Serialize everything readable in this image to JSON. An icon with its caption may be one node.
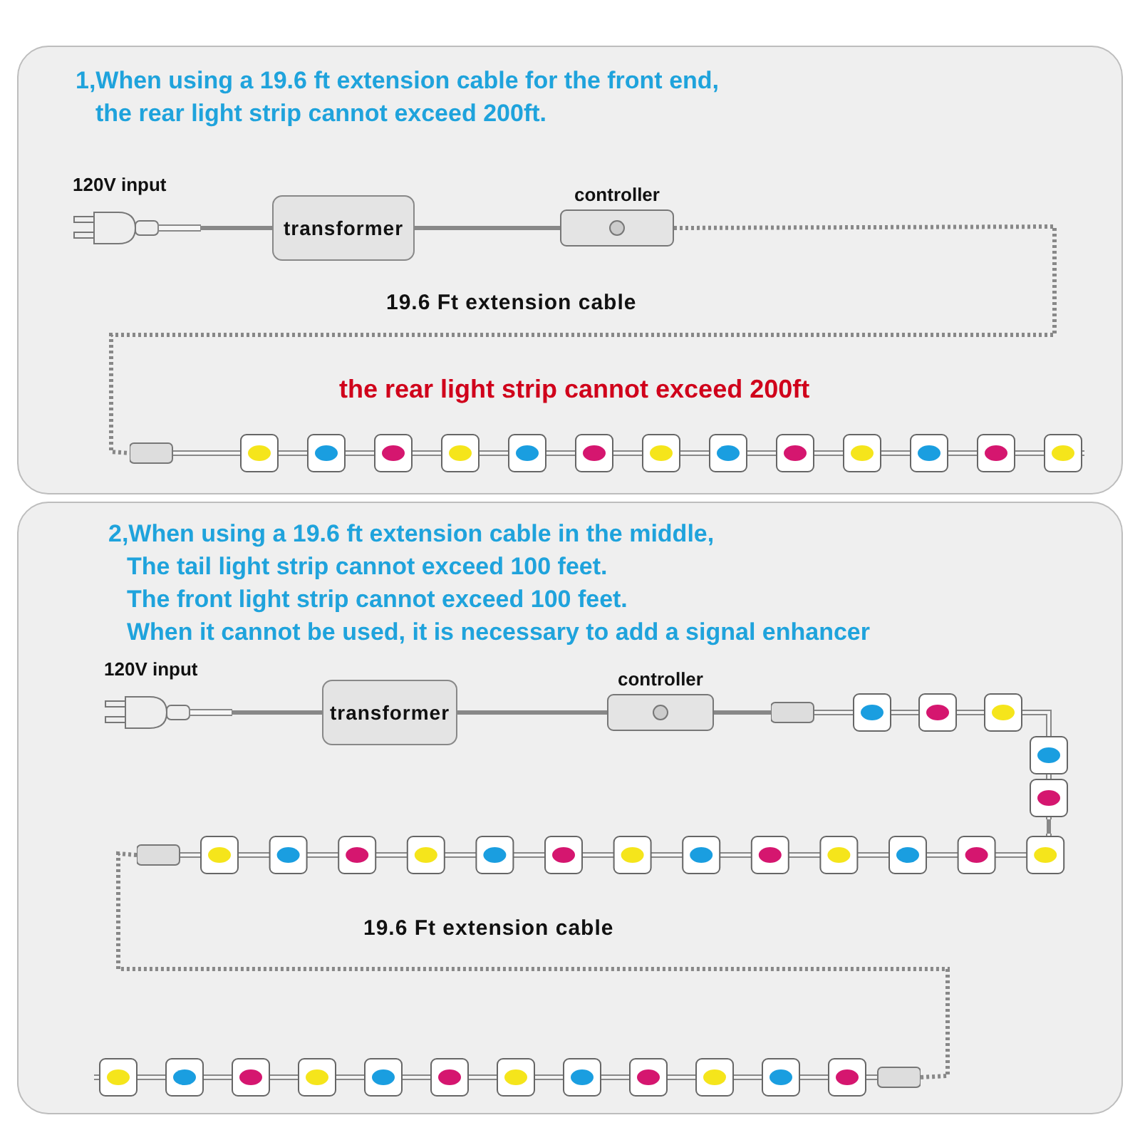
{
  "diagram": {
    "nodes": [
      {
        "text": [
          "1,When using a 19.6 ft extension cable for the front end, the rear light strip cannot exceed 200ft."
        ]
      },
      {
        "text": [
          "120V input"
        ],
        "in": 0
      },
      {
        "text": [
          "transformer"
        ],
        "in": 0
      },
      {
        "text": [
          "controller"
        ],
        "in": 0
      },
      {
        "text": [],
        "shape": "bar",
        "in": 0,
        "beside": [
          "the rear light strip cannot exceed 200ft"
        ]
      },
      {
        "text": [
          "2,When using a 19.6 ft extension cable in the middle,",
          "The tail light strip cannot exceed 100 feet.",
          "The front light strip cannot exceed 100 feet.",
          "When it cannot be used, it is necessary to add a signal enhancer"
        ]
      },
      {
        "text": [
          "120V input"
        ],
        "in": 5
      },
      {
        "text": [
          "transformer"
        ],
        "in": 5
      },
      {
        "text": [
          "controller"
        ],
        "in": 5
      },
      {
        "text": [],
        "shape": "bar",
        "in": 5
      },
      {
        "text": [],
        "shape": "bar",
        "in": 5
      },
      {
        "text": [],
        "shape": "bar",
        "in": 5
      }
    ],
    "edges": [
      {
        "from": 1,
        "to": 2,
        "arrow": "none"
      },
      {
        "from": 2,
        "to": 3,
        "arrow": "none"
      },
      {
        "from": 3,
        "to": 4,
        "arrow": "none",
        "style": "dashed",
        "label": "19.6 Ft extension cable"
      },
      {
        "from": 6,
        "to": 7,
        "arrow": "none"
      },
      {
        "from": 7,
        "to": 8,
        "arrow": "none"
      },
      {
        "from": 8,
        "to": 9,
        "arrow": "none"
      },
      {
        "from": 9,
        "to": 10,
        "arrow": "none"
      },
      {
        "from": 10,
        "to": 11,
        "arrow": "none",
        "style": "dashed",
        "label": "19.6 Ft extension cable"
      }
    ]
  }
}
